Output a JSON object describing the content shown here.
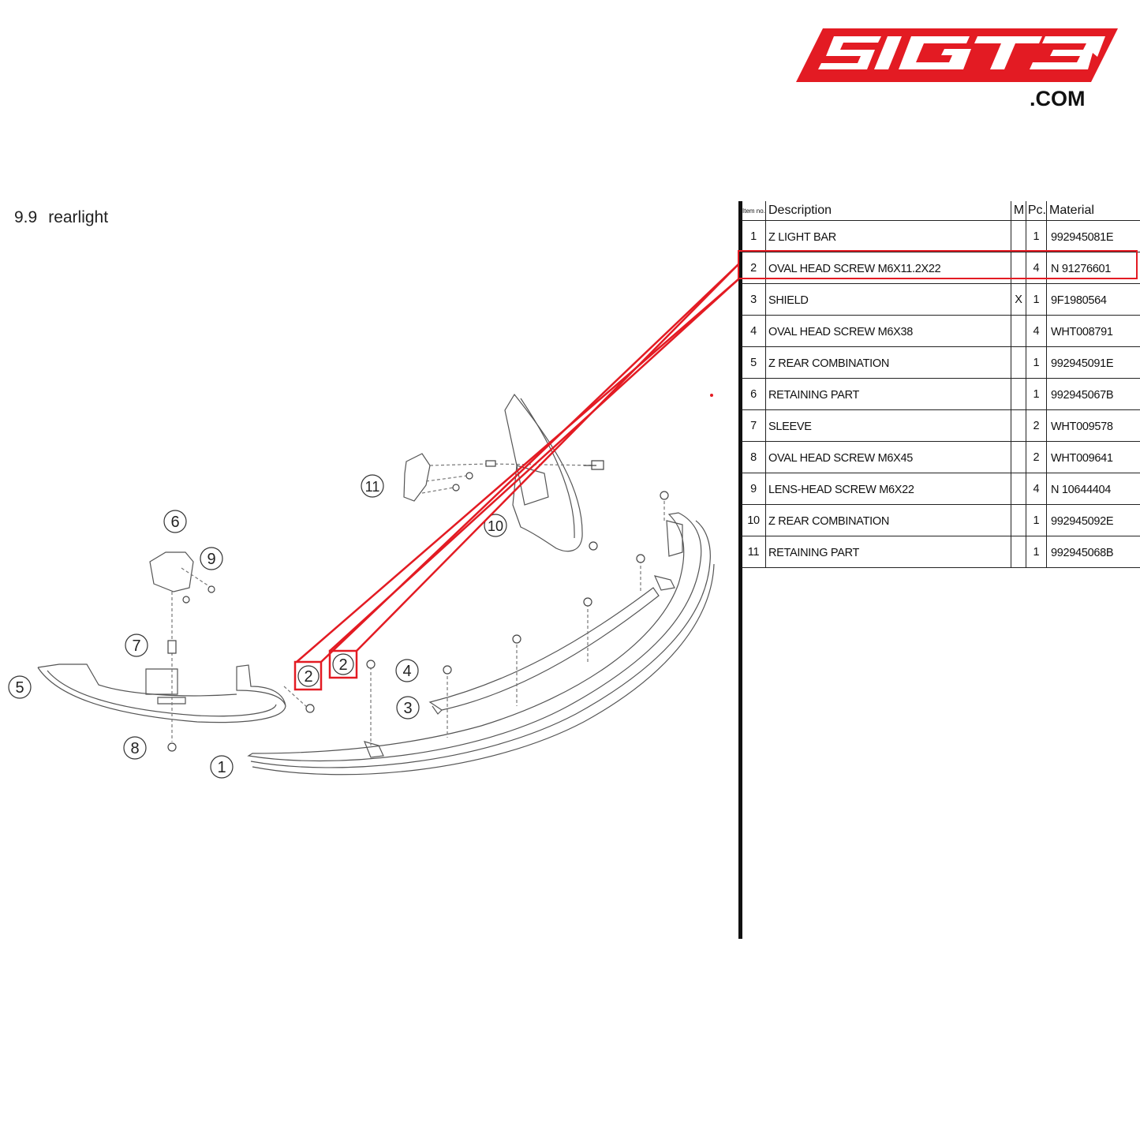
{
  "brand": {
    "logo_text": "SIGT3",
    "domain_suffix": ".COM",
    "color": "#e31b23"
  },
  "section": {
    "number": "9.9",
    "title": "rearlight"
  },
  "table": {
    "headers": {
      "item": "Item no.",
      "description": "Description",
      "m": "M",
      "pc": "Pc.",
      "material": "Material"
    },
    "rows": [
      {
        "item": "1",
        "description": "Z LIGHT BAR",
        "m": "",
        "pc": "1",
        "material": "992945081E"
      },
      {
        "item": "2",
        "description": "OVAL HEAD SCREW M6X11.2X22",
        "m": "",
        "pc": "4",
        "material": "N 91276601"
      },
      {
        "item": "3",
        "description": "SHIELD",
        "m": "X",
        "pc": "1",
        "material": "9F1980564"
      },
      {
        "item": "4",
        "description": "OVAL HEAD SCREW M6X38",
        "m": "",
        "pc": "4",
        "material": "WHT008791"
      },
      {
        "item": "5",
        "description": "Z REAR COMBINATION",
        "m": "",
        "pc": "1",
        "material": "992945091E"
      },
      {
        "item": "6",
        "description": "RETAINING PART",
        "m": "",
        "pc": "1",
        "material": "992945067B"
      },
      {
        "item": "7",
        "description": "SLEEVE",
        "m": "",
        "pc": "2",
        "material": "WHT009578"
      },
      {
        "item": "8",
        "description": "OVAL HEAD SCREW M6X45",
        "m": "",
        "pc": "2",
        "material": "WHT009641"
      },
      {
        "item": "9",
        "description": "LENS-HEAD SCREW M6X22",
        "m": "",
        "pc": "4",
        "material": "N 10644404"
      },
      {
        "item": "10",
        "description": "Z REAR COMBINATION",
        "m": "",
        "pc": "1",
        "material": "992945092E"
      },
      {
        "item": "11",
        "description": "RETAINING PART",
        "m": "",
        "pc": "1",
        "material": "992945068B"
      }
    ],
    "highlighted_item": "2",
    "highlight_color": "#e31b23"
  },
  "diagram": {
    "callouts": [
      "1",
      "2",
      "2",
      "3",
      "4",
      "5",
      "6",
      "7",
      "8",
      "9",
      "10",
      "11"
    ]
  }
}
